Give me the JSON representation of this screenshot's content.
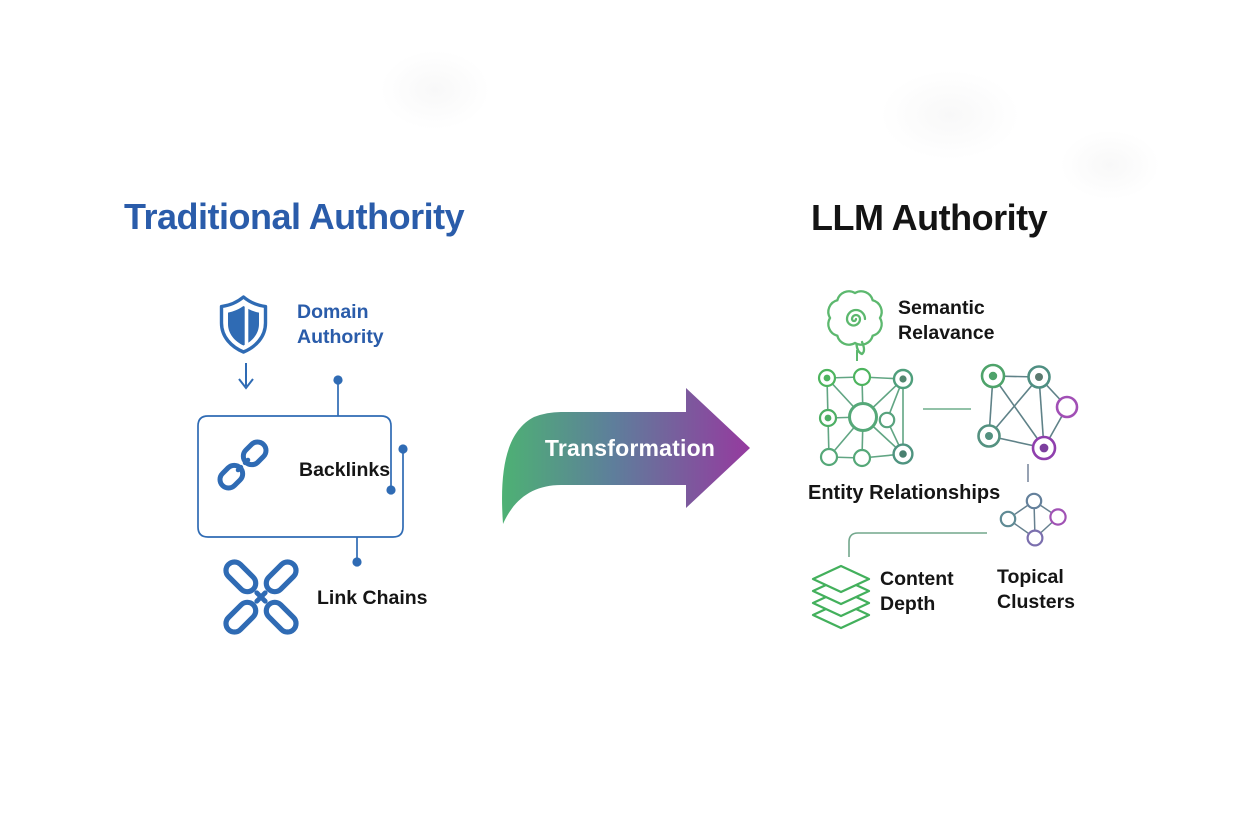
{
  "left": {
    "title": "Traditional Authority",
    "domain_authority_label": "Domain Authority",
    "backlinks_label": "Backlinks",
    "link_chains_label": "Link Chains"
  },
  "arrow": {
    "label": "Transformation"
  },
  "right": {
    "title": "LLM Authority",
    "semantic_label": "Semantic Relavance",
    "entity_label": "Entity Relationships",
    "content_depth_label": "Content Depth",
    "topical_label": "Topical Clusters"
  },
  "icons": [
    "shield-icon",
    "down-arrow-icon",
    "chain-link-icon",
    "cross-chain-icon",
    "transformation-arrow",
    "brain-icon",
    "network-graph-green-icon",
    "network-graph-purple-icon",
    "cluster-graph-icon",
    "layers-icon"
  ],
  "colors": {
    "traditional_blue": "#2a5caa",
    "icon_blue": "#2f6bb4",
    "text_black": "#151515",
    "green": "#4cb267",
    "brain_green": "#5cb86e",
    "teal": "#4f9180",
    "slate": "#5e7d98",
    "purple": "#9a49ae",
    "arrow_green": "#4db273",
    "arrow_slate": "#5e7e9b",
    "arrow_purple": "#96399f",
    "connector_green": "#72a78c"
  }
}
